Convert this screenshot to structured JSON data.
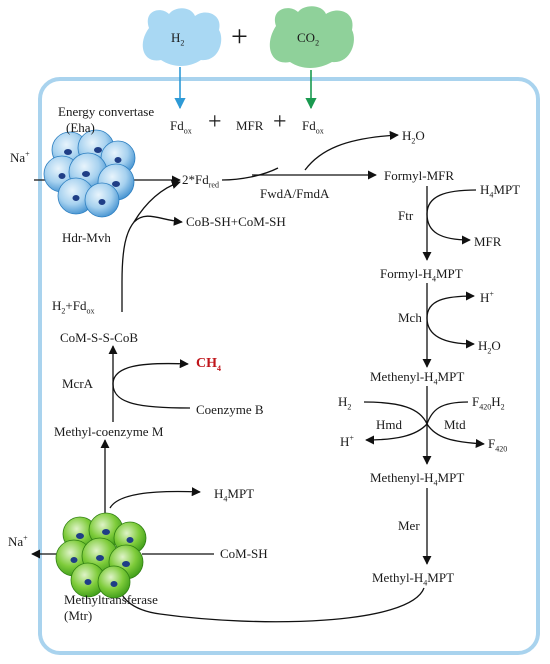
{
  "title": "",
  "inputs": {
    "h2": "H",
    "h2_sub": "2",
    "co2": "CO",
    "co2_sub": "2",
    "plus": "+"
  },
  "colors": {
    "h2_cloud": "#a9d8f3",
    "co2_cloud": "#8fd19a",
    "frame": "#a9d3ee",
    "h2_arrow": "#2e9ad6",
    "co2_arrow": "#1a9a50",
    "ch4": "#c0151b",
    "eha_complex": "#5aa7dc",
    "mtr_complex": "#5bbd2b"
  },
  "enzymes": {
    "eha_line1": "Energy convertase",
    "eha_line2": "(Eha)",
    "hdr": "Hdr-Mvh",
    "fwd": "FwdA/FmdA",
    "ftr": "Ftr",
    "mch": "Mch",
    "hmd": "Hmd",
    "mtd": "Mtd",
    "mer": "Mer",
    "mcr": "McrA",
    "mtr_line1": "Methyltransferase",
    "mtr_line2": "(Mtr)"
  },
  "species": {
    "fd": "Fd",
    "ox": "ox",
    "red": "red",
    "mfr": "MFR",
    "plus": "+",
    "fdred_prefix": "2*Fd",
    "na_in": "Na",
    "na_in_sup": "+",
    "na_out": "Na",
    "na_out_sup": "+",
    "h2o_top": "H",
    "h2o_top_sub": "2",
    "h2o_top_end": "O",
    "formyl_mfr": "Formyl-MFR",
    "h4mpt_a": "H",
    "h4mpt_sub": "4",
    "h4mpt_end": "MPT",
    "mfr_out": "MFR",
    "formyl_h4mpt_a": "Formyl-H",
    "formyl_h4mpt_sub": "4",
    "formyl_h4mpt_end": "MPT",
    "hminus": "H",
    "hminus_sup": "+",
    "h2o_mid": "H",
    "h2o_mid_sub": "2",
    "h2o_mid_end": "O",
    "methenyl1_a": "Methenyl-H",
    "methenyl1_sub": "4",
    "methenyl1_end": "MPT",
    "h2_left": "H",
    "h2_left_sub": "2",
    "hplus": "H",
    "hplus_sup": "+",
    "f420h2_a": "F",
    "f420h2_sub": "420",
    "f420h2_end": "H",
    "f420h2_sub2": "2",
    "f420_a": "F",
    "f420_sub": "420",
    "methenyl2_a": "Methenyl-H",
    "methenyl2_sub": "4",
    "methenyl2_end": "MPT",
    "methyl_a": "Methyl-H",
    "methyl_sub": "4",
    "methyl_end": "MPT",
    "cob_com": "CoB-SH+CoM-SH",
    "h2fd_a": "H",
    "h2fd_sub": "2",
    "h2fd_mid": "+Fd",
    "h2fd_sub2": "ox",
    "comscob": "CoM-S-S-CoB",
    "ch4_a": "CH",
    "ch4_sub": "4",
    "coenzyme_b": "Coenzyme B",
    "methyl_com": "Methyl-coenzyme M",
    "h4mpt_lower_a": "H",
    "h4mpt_lower_sub": "4",
    "h4mpt_lower_end": "MPT",
    "comsh": "CoM-SH"
  }
}
